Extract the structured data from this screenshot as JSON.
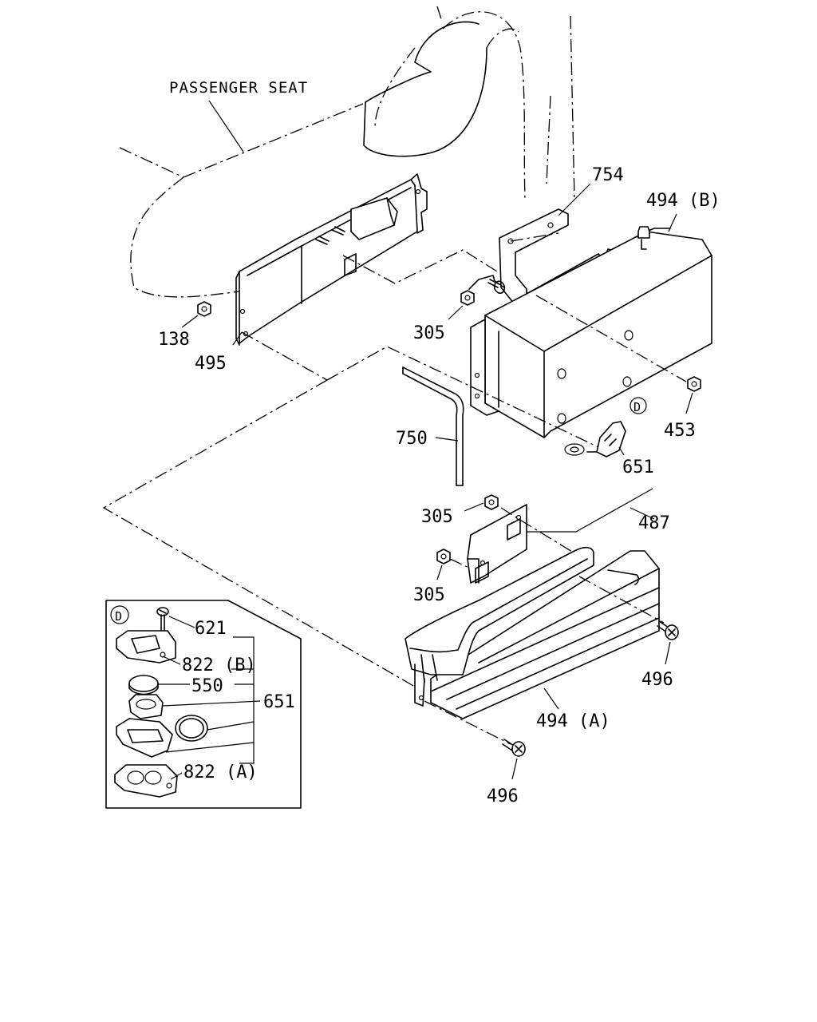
{
  "diagram": {
    "title": "PASSENGER SEAT",
    "callouts": {
      "c754": "754",
      "c494b": "494 (B)",
      "c138": "138",
      "c495": "495",
      "c305a": "305",
      "c453": "453",
      "c750": "750",
      "c651a": "651",
      "c305b": "305",
      "c487": "487",
      "c305c": "305",
      "c496a": "496",
      "c494a": "494 (A)",
      "c496b": "496"
    },
    "detail": {
      "marker": "D",
      "detail_marker_main": "D",
      "callouts": {
        "c621": "621",
        "c822b": "822 (B)",
        "c550": "550",
        "c651": "651",
        "c822a": "822 (A)"
      }
    }
  }
}
